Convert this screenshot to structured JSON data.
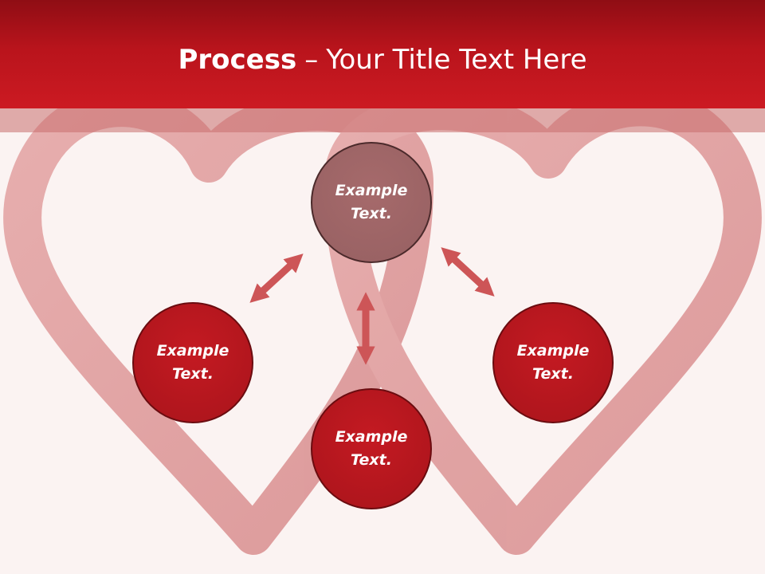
{
  "title": {
    "bold": "Process",
    "dash": "–",
    "rest": "Your Title Text Here"
  },
  "nodes": {
    "top": {
      "line1": "Example",
      "line2": "Text."
    },
    "left": {
      "line1": "Example",
      "line2": "Text."
    },
    "bottom": {
      "line1": "Example",
      "line2": "Text."
    },
    "right": {
      "line1": "Example",
      "line2": "Text."
    }
  },
  "colors": {
    "title_bar": "#b9141c",
    "node_fill": "#b01820",
    "center_node_fill": "#9c6465",
    "arrow": "#cd5557",
    "background": "#fbf3f2"
  }
}
